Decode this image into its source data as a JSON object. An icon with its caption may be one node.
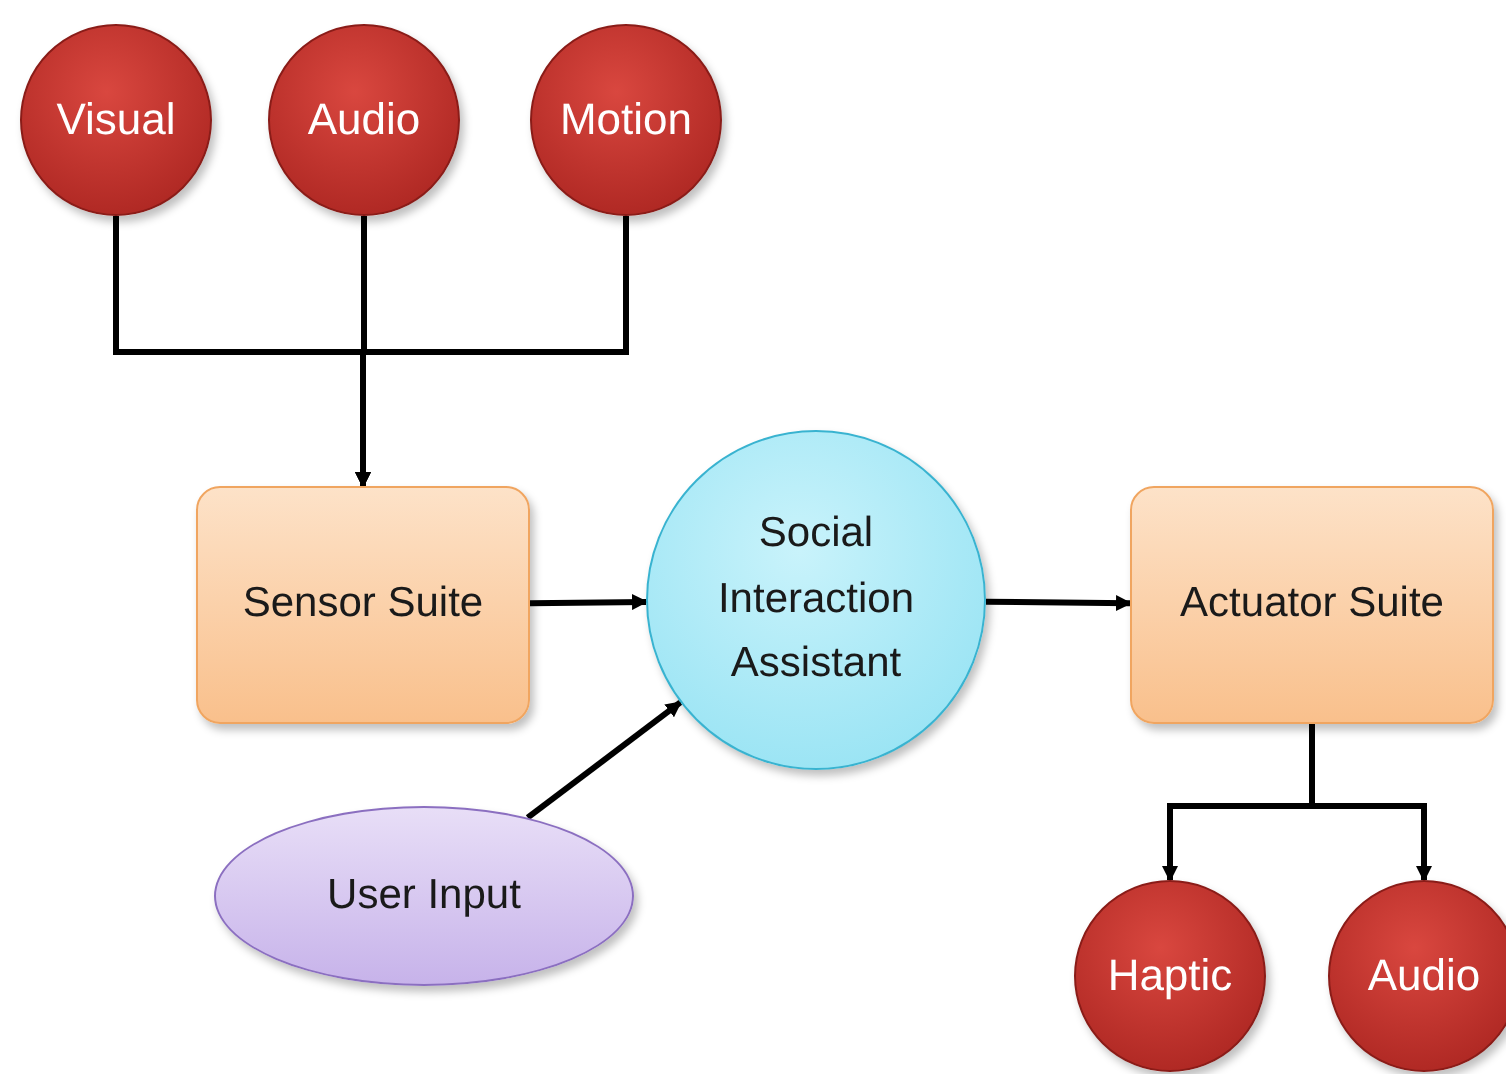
{
  "diagram": {
    "nodes": [
      {
        "text": [
          "Visual"
        ]
      },
      {
        "text": [
          "Audio"
        ]
      },
      {
        "text": [
          "Motion"
        ]
      },
      {
        "text": [
          "Sensor Suite"
        ]
      },
      {
        "text": [
          "Social Interaction Assistant"
        ]
      },
      {
        "text": [
          "Actuator Suite"
        ]
      },
      {
        "text": [
          "User Input"
        ]
      },
      {
        "text": [
          "Haptic"
        ]
      },
      {
        "text": [
          "Audio"
        ]
      }
    ],
    "edges": [
      {
        "from": 0,
        "to": 3,
        "arrow": "to"
      },
      {
        "from": 1,
        "to": 3,
        "arrow": "to"
      },
      {
        "from": 2,
        "to": 3,
        "arrow": "to"
      },
      {
        "from": 3,
        "to": 4,
        "arrow": "to"
      },
      {
        "from": 6,
        "to": 4,
        "arrow": "to"
      },
      {
        "from": 4,
        "to": 5,
        "arrow": "to"
      },
      {
        "from": 5,
        "to": 7,
        "arrow": "to"
      },
      {
        "from": 5,
        "to": 8,
        "arrow": "to"
      }
    ]
  }
}
